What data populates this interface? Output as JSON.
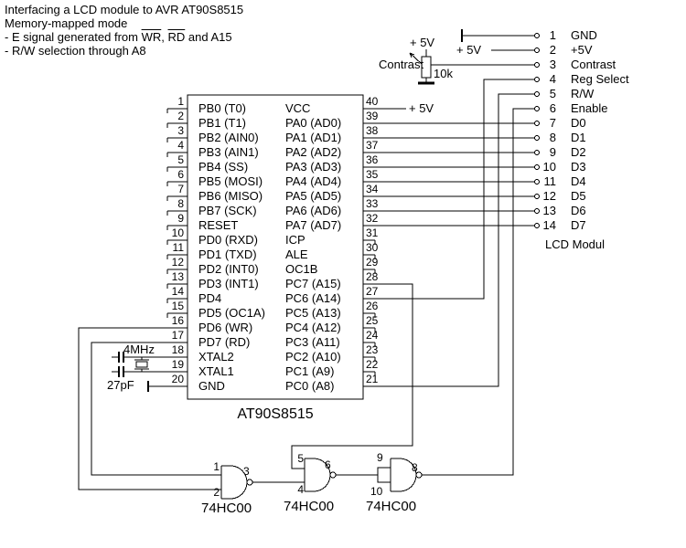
{
  "title": {
    "line1": "Interfacing a LCD module to AVR AT90S8515",
    "line2": "Memory-mapped mode",
    "line3_prefix": "- E signal generated from ",
    "line3_wr": "WR",
    "line3_comma": ", ",
    "line3_rd": "RD",
    "line3_suffix": " and A15",
    "line4": "- R/W selection through A8"
  },
  "ic": {
    "name": "AT90S8515",
    "rows": [
      {
        "left_pin": "1",
        "left_label": "PB0 (T0)",
        "right_pin": "40",
        "right_label": "VCC"
      },
      {
        "left_pin": "2",
        "left_label": "PB1 (T1)",
        "right_pin": "39",
        "right_label": "PA0 (AD0)"
      },
      {
        "left_pin": "3",
        "left_label": "PB2 (AIN0)",
        "right_pin": "38",
        "right_label": "PA1 (AD1)"
      },
      {
        "left_pin": "4",
        "left_label": "PB3 (AIN1)",
        "right_pin": "37",
        "right_label": "PA2 (AD2)"
      },
      {
        "left_pin": "5",
        "left_label": "PB4 (SS)",
        "right_pin": "36",
        "right_label": "PA3 (AD3)"
      },
      {
        "left_pin": "6",
        "left_label": "PB5 (MOSI)",
        "right_pin": "35",
        "right_label": "PA4 (AD4)"
      },
      {
        "left_pin": "7",
        "left_label": "PB6 (MISO)",
        "right_pin": "34",
        "right_label": "PA5 (AD5)"
      },
      {
        "left_pin": "8",
        "left_label": "PB7 (SCK)",
        "right_pin": "33",
        "right_label": "PA6 (AD6)"
      },
      {
        "left_pin": "9",
        "left_label": "RESET",
        "right_pin": "32",
        "right_label": "PA7 (AD7)"
      },
      {
        "left_pin": "10",
        "left_label": "PD0 (RXD)",
        "right_pin": "31",
        "right_label": "ICP"
      },
      {
        "left_pin": "11",
        "left_label": "PD1 (TXD)",
        "right_pin": "30",
        "right_label": "ALE"
      },
      {
        "left_pin": "12",
        "left_label": "PD2 (INT0)",
        "right_pin": "29",
        "right_label": "OC1B"
      },
      {
        "left_pin": "13",
        "left_label": "PD3 (INT1)",
        "right_pin": "28",
        "right_label": "PC7 (A15)"
      },
      {
        "left_pin": "14",
        "left_label": "PD4",
        "right_pin": "27",
        "right_label": "PC6 (A14)"
      },
      {
        "left_pin": "15",
        "left_label": "PD5 (OC1A)",
        "right_pin": "26",
        "right_label": "PC5 (A13)"
      },
      {
        "left_pin": "16",
        "left_label": "PD6 (WR)",
        "right_pin": "25",
        "right_label": "PC4 (A12)"
      },
      {
        "left_pin": "17",
        "left_label": "PD7 (RD)",
        "right_pin": "24",
        "right_label": "PC3 (A11)"
      },
      {
        "left_pin": "18",
        "left_label": "XTAL2",
        "right_pin": "23",
        "right_label": "PC2 (A10)"
      },
      {
        "left_pin": "19",
        "left_label": "XTAL1",
        "right_pin": "22",
        "right_label": "PC1 (A9)"
      },
      {
        "left_pin": "20",
        "left_label": "GND",
        "right_pin": "21",
        "right_label": "PC0 (A8)"
      }
    ]
  },
  "lcd": {
    "label": "LCD Modul",
    "pins": [
      {
        "num": "1",
        "label": "GND"
      },
      {
        "num": "2",
        "label": "+5V"
      },
      {
        "num": "3",
        "label": "Contrast"
      },
      {
        "num": "4",
        "label": "Reg Select"
      },
      {
        "num": "5",
        "label": "R/W"
      },
      {
        "num": "6",
        "label": "Enable"
      },
      {
        "num": "7",
        "label": "D0"
      },
      {
        "num": "8",
        "label": "D1"
      },
      {
        "num": "9",
        "label": "D2"
      },
      {
        "num": "10",
        "label": "D3"
      },
      {
        "num": "11",
        "label": "D4"
      },
      {
        "num": "12",
        "label": "D5"
      },
      {
        "num": "13",
        "label": "D6"
      },
      {
        "num": "14",
        "label": "D7"
      }
    ]
  },
  "gates": [
    {
      "name": "74HC00",
      "in1": "1",
      "in2": "2",
      "out": "3"
    },
    {
      "name": "74HC00",
      "in1": "5",
      "in2": "4",
      "out": "6"
    },
    {
      "name": "74HC00",
      "in1": "9",
      "in2": "10",
      "out": "8"
    }
  ],
  "labels": {
    "vcc_pin40": "+ 5V",
    "pot_5v": "+ 5V",
    "lcd_5v_wire": "+ 5V",
    "contrast": "Contrast",
    "pot_value": "10k",
    "crystal_freq": "4MHz",
    "cap_value": "27pF"
  },
  "colors": {
    "line": "#000000",
    "background": "#ffffff"
  }
}
